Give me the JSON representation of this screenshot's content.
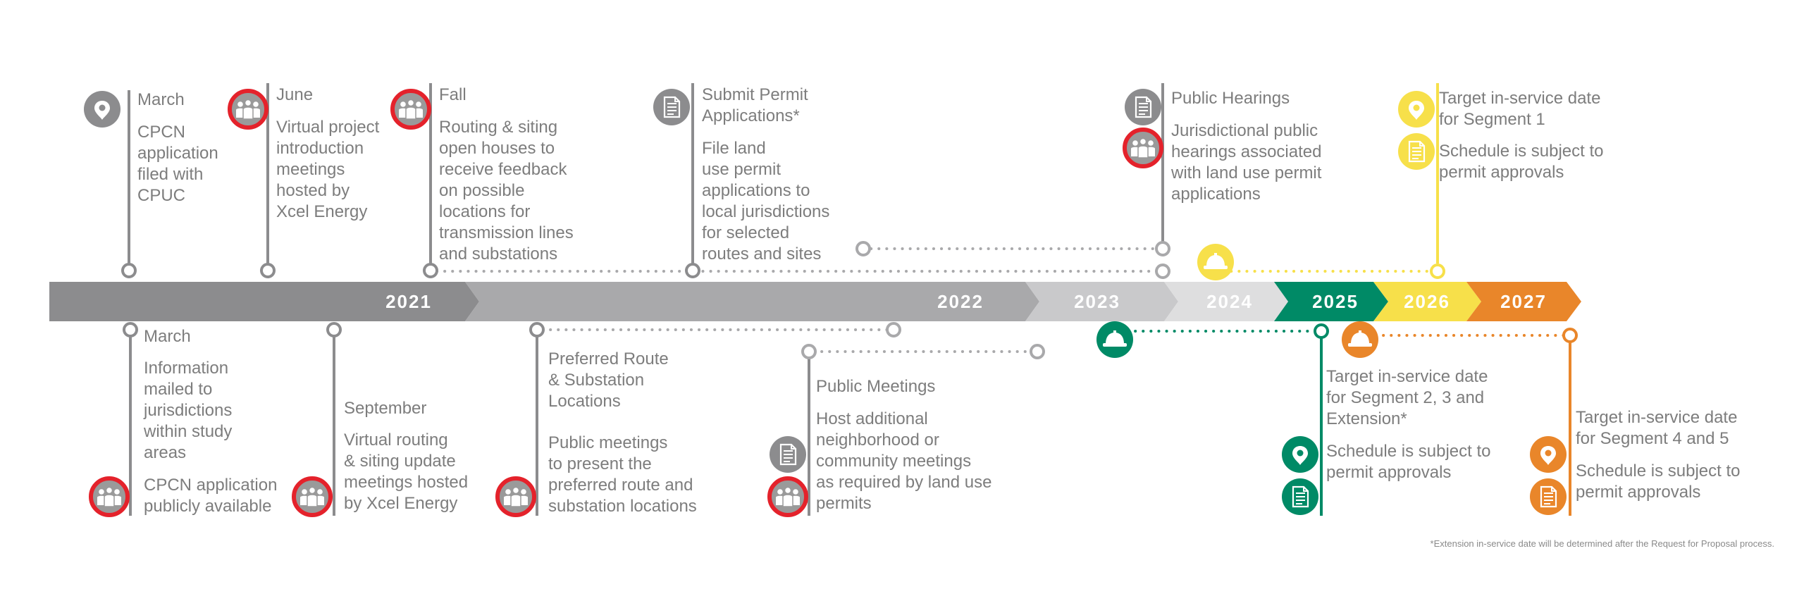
{
  "years": [
    "2021",
    "2022",
    "2023",
    "2024",
    "2025",
    "2026",
    "2027"
  ],
  "colors": {
    "gray_dark": "#8c8c8e",
    "gray_mid": "#a9a9ab",
    "gray_light": "#c9c9cb",
    "gray_pale": "#dededf",
    "green": "#008a66",
    "yellow": "#f7e04a",
    "orange": "#e9862a",
    "red": "#e4222b"
  },
  "milestones_top": {
    "march": {
      "title": "March",
      "body": "CPCN\napplication\nfiled with\nCPUC"
    },
    "june": {
      "title": "June",
      "body": "Virtual project\nintroduction\nmeetings\nhosted by\nXcel Energy"
    },
    "fall": {
      "title": "Fall",
      "body": "Routing & siting\nopen houses to\nreceive feedback\non possible\nlocations for\ntransmission lines\nand substations"
    },
    "permit": {
      "title": "Submit Permit\nApplications*",
      "body": "File land\nuse permit\napplications to\nlocal jurisdictions\nfor selected\nroutes and sites"
    },
    "hearings": {
      "title": "Public Hearings",
      "body": "Jurisdictional public\nhearings associated\nwith land use permit\napplications"
    },
    "seg1": {
      "title": "Target in-service date\nfor Segment 1",
      "body": "Schedule is subject to\npermit approvals"
    }
  },
  "milestones_bottom": {
    "march2": {
      "title": "March",
      "body": "Information\nmailed to\njurisdictions\nwithin study\nareas",
      "body2": "CPCN application\npublicly available"
    },
    "september": {
      "title": "September",
      "body": "Virtual routing\n& siting update\nmeetings hosted\nby Xcel Energy"
    },
    "preferred": {
      "title": "Preferred Route\n& Substation\nLocations",
      "body": "Public meetings\nto present the\npreferred route and\nsubstation locations"
    },
    "public_meetings": {
      "title": "Public Meetings",
      "body": "Host additional\nneighborhood or\ncommunity meetings\nas required by land use\npermits"
    },
    "seg23": {
      "title": "Target in-service date\nfor Segment 2, 3 and\nExtension*",
      "body": "Schedule is subject to\npermit approvals"
    },
    "seg45": {
      "title": "Target in-service date\nfor Segment 4 and 5",
      "body": "Schedule is subject to\npermit approvals"
    }
  },
  "footnote": "*Extension in-service date will be determined after the Request for Proposal process.",
  "icons": [
    "map-pin-icon",
    "people-icon",
    "document-icon",
    "hard-hat-icon"
  ]
}
